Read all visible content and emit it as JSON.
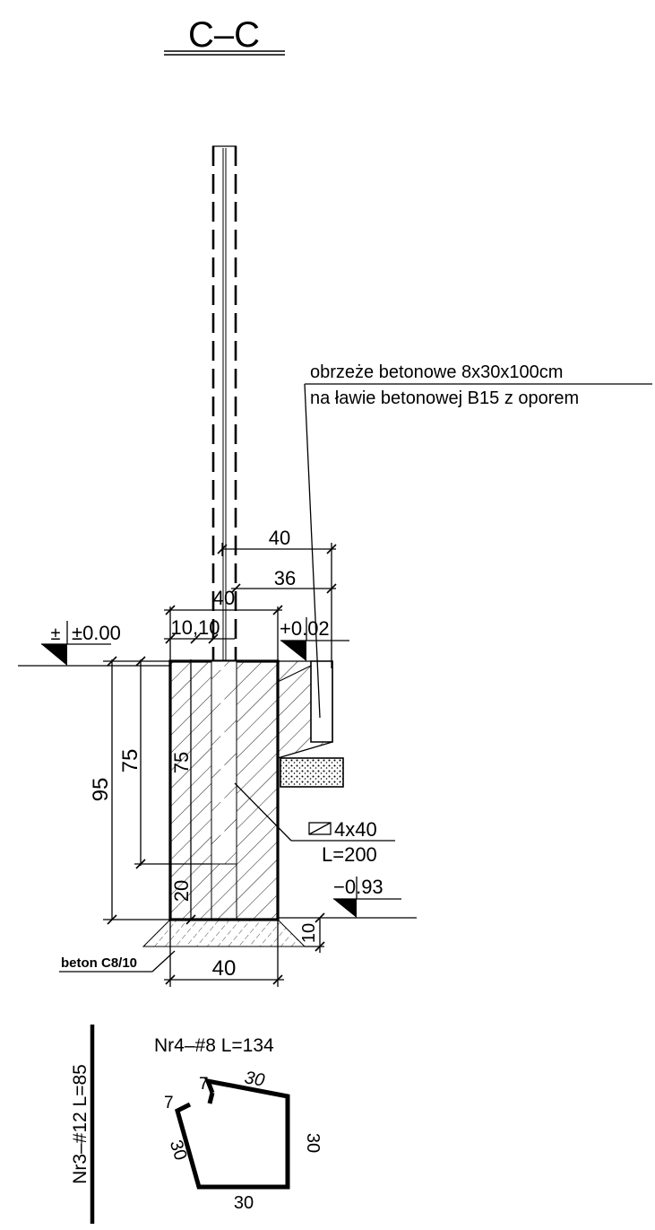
{
  "section_title": "C–C",
  "levels": {
    "ground_left": "±0.00",
    "curb_top": "+0.02",
    "bottom_right": "−0.93"
  },
  "dimensions": {
    "top_40": "40",
    "top_36": "36",
    "top_40_small": "40",
    "top_10_10": "10,10",
    "left_95": "95",
    "left_75": "75",
    "inner_75": "75",
    "inner_20": "20",
    "base_10": "10",
    "bottom_40": "40"
  },
  "labels": {
    "curb_line1": "obrzeże betonowe 8x30x100cm",
    "curb_line2": "na ławie betonowej B15 z oporem",
    "plate_size": "4x40",
    "plate_length": "L=200",
    "lean_concrete": "beton C8/10"
  },
  "rebars": {
    "nr3": "Nr3–#12 L=85",
    "nr4_title": "Nr4–#8 L=134",
    "seg_7a": "7",
    "seg_7b": "7",
    "seg_30_top": "30",
    "seg_30_right": "30",
    "seg_30_bottom": "30",
    "seg_30_left": "30"
  }
}
